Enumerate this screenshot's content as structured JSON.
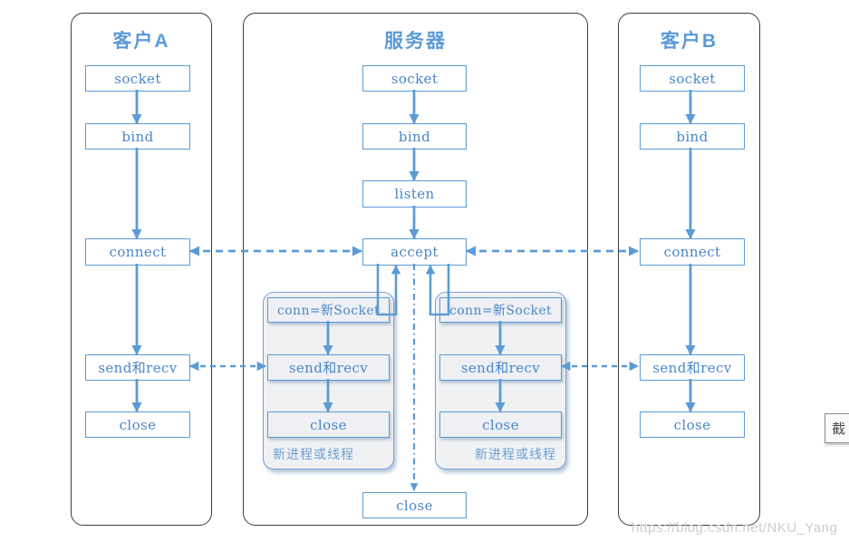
{
  "watermark": "https://blog.csdn.net/NKU_Yang",
  "screenshot_tool": {
    "label": "截"
  },
  "colors": {
    "accent": "#5b9bd5",
    "box_text": "#4a86c8",
    "panel_border": "#3d3d3d",
    "subpanel_fill": "#f0f1f3",
    "watermark_text": "#cccccc"
  },
  "panels": {
    "client_a": {
      "title": "客户A",
      "steps": {
        "socket": "socket",
        "bind": "bind",
        "connect": "connect",
        "send_recv": "send和recv",
        "close": "close"
      }
    },
    "server": {
      "title": "服务器",
      "steps": {
        "socket": "socket",
        "bind": "bind",
        "listen": "listen",
        "accept": "accept",
        "close": "close"
      },
      "workers": [
        {
          "conn": "conn=新Socket",
          "send_recv": "send和recv",
          "close": "close",
          "label": "新进程或线程"
        },
        {
          "conn": "conn=新Socket",
          "send_recv": "send和recv",
          "close": "close",
          "label": "新进程或线程"
        }
      ]
    },
    "client_b": {
      "title": "客户B",
      "steps": {
        "socket": "socket",
        "bind": "bind",
        "connect": "connect",
        "send_recv": "send和recv",
        "close": "close"
      }
    }
  }
}
